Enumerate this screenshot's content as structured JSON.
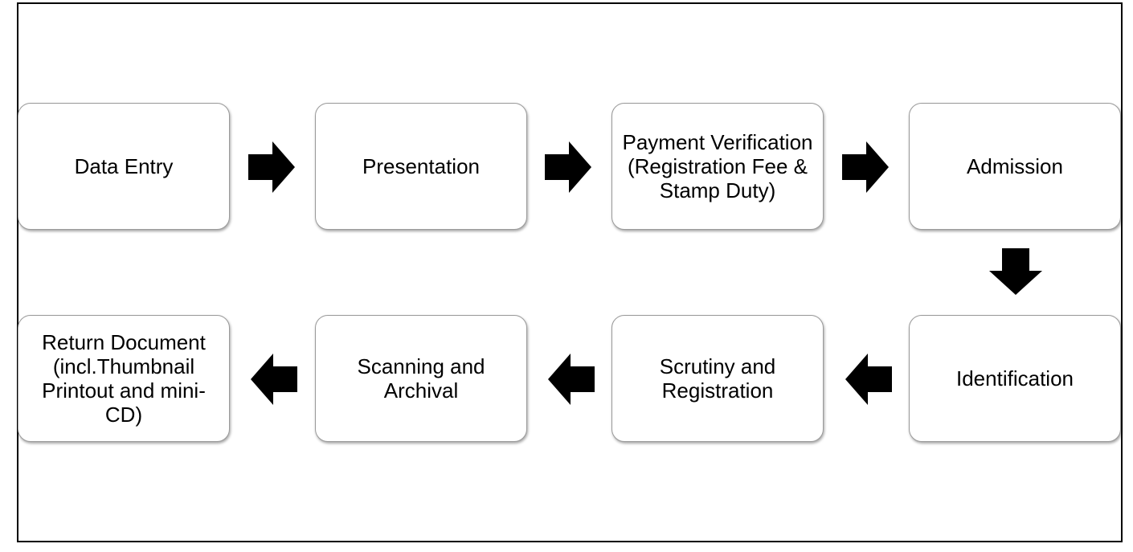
{
  "diagram": {
    "steps": [
      {
        "label": "Data Entry"
      },
      {
        "label": "Presentation"
      },
      {
        "label": "Payment Verification (Registration Fee & Stamp Duty)"
      },
      {
        "label": "Admission"
      },
      {
        "label": "Identification"
      },
      {
        "label": "Scrutiny and Registration"
      },
      {
        "label": "Scanning and Archival"
      },
      {
        "label": "Return Document (incl.Thumbnail Printout and mini-CD)"
      }
    ],
    "arrows": [
      {
        "from": "Data Entry",
        "to": "Presentation",
        "direction": "right"
      },
      {
        "from": "Presentation",
        "to": "Payment Verification (Registration Fee & Stamp Duty)",
        "direction": "right"
      },
      {
        "from": "Payment Verification (Registration Fee & Stamp Duty)",
        "to": "Admission",
        "direction": "right"
      },
      {
        "from": "Admission",
        "to": "Identification",
        "direction": "down"
      },
      {
        "from": "Identification",
        "to": "Scrutiny and Registration",
        "direction": "left"
      },
      {
        "from": "Scrutiny and Registration",
        "to": "Scanning and Archival",
        "direction": "left"
      },
      {
        "from": "Scanning and Archival",
        "to": "Return Document (incl.Thumbnail Printout and mini-CD)",
        "direction": "left"
      }
    ],
    "colors": {
      "arrow": "#000000",
      "box_border": "#9a9a9a",
      "frame": "#000000"
    }
  }
}
